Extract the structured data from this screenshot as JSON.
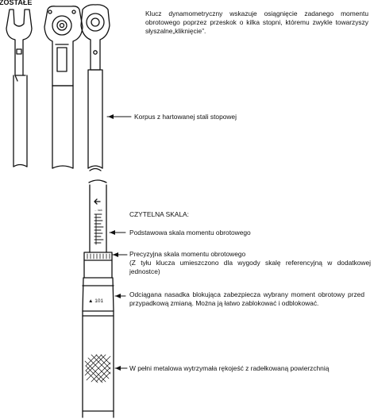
{
  "header": {
    "cut_title": "ZOSTAŁE"
  },
  "callouts": {
    "intro": "Klucz dynamometryczny wskazuje osiągnięcie zadanego momentu obrotowego poprzez przeskok o kilka stopni, któremu zwykle towarzyszy słyszalne„kliknięcie”.",
    "body_material": "Korpus z hartowanej stali stopowej",
    "readable_scale": "CZYTELNA SKALA:",
    "base_scale": "Podstawowa skala momentu obrotowego",
    "precision_scale": "Precyzyjna skala momentu obrotowego",
    "precision_scale_note": "(Z tyłu klucza umieszczono dla wygody skalę referencyjną w dodatkowej jednostce)",
    "lock_knob": "Odciągana nasadka blokująca zabezpiecza wybrany moment obrotowy przed przypadkową zmianą. Można ją łatwo zablokować i odblokować.",
    "handle": "W pełni metalowa wytrzymała rękojeść z radełkowaną powierzchnią"
  },
  "tool_markings": {
    "lock_label": "← lock",
    "knob_engraving": "▲ 101"
  }
}
